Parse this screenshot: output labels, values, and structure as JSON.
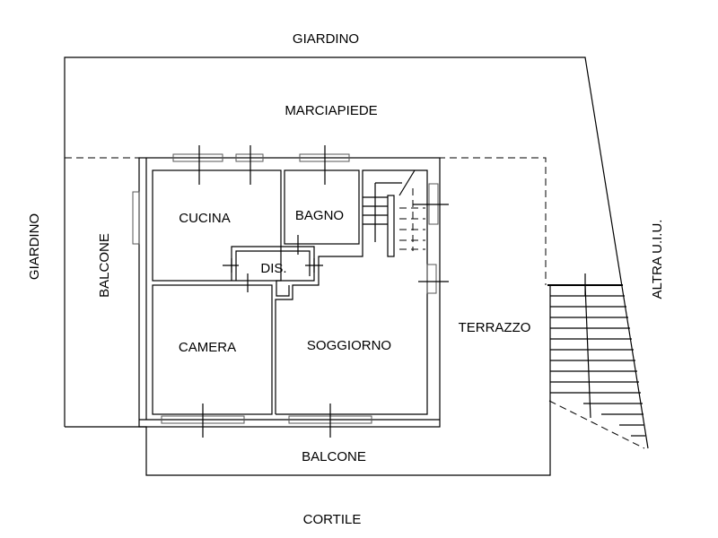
{
  "labels": {
    "giardino_top": "GIARDINO",
    "marciapiede": "MARCIAPIEDE",
    "giardino_left": "GIARDINO",
    "balcone_left": "BALCONE",
    "cucina": "CUCINA",
    "bagno": "BAGNO",
    "dis": "DIS.",
    "camera": "CAMERA",
    "soggiorno": "SOGGIORNO",
    "terrazzo": "TERRAZZO",
    "altra_uiu": "ALTRA U.I.U.",
    "balcone_bottom": "BALCONE",
    "cortile": "CORTILE"
  },
  "colors": {
    "line": "#000000",
    "background": "#ffffff"
  }
}
